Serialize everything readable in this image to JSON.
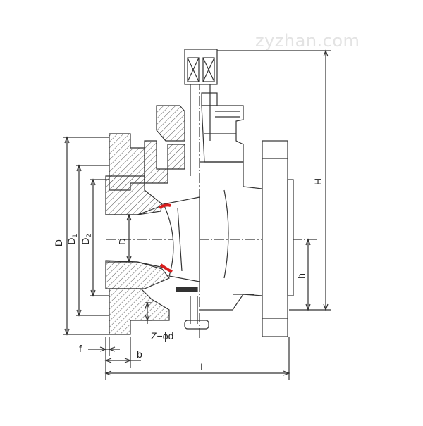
{
  "watermark": "zyzhan.com",
  "labels": {
    "D": "D",
    "D1": "D",
    "D1_sub": "1",
    "D2": "D",
    "D2_sub": "2",
    "d": "D",
    "H": "H",
    "h": "h",
    "L": "L",
    "f": "f",
    "b": "b",
    "Z_phi_d": "Z−ϕd"
  },
  "colors": {
    "line": "#333333",
    "hatch": "#555555",
    "seal": "#d81e1e"
  }
}
